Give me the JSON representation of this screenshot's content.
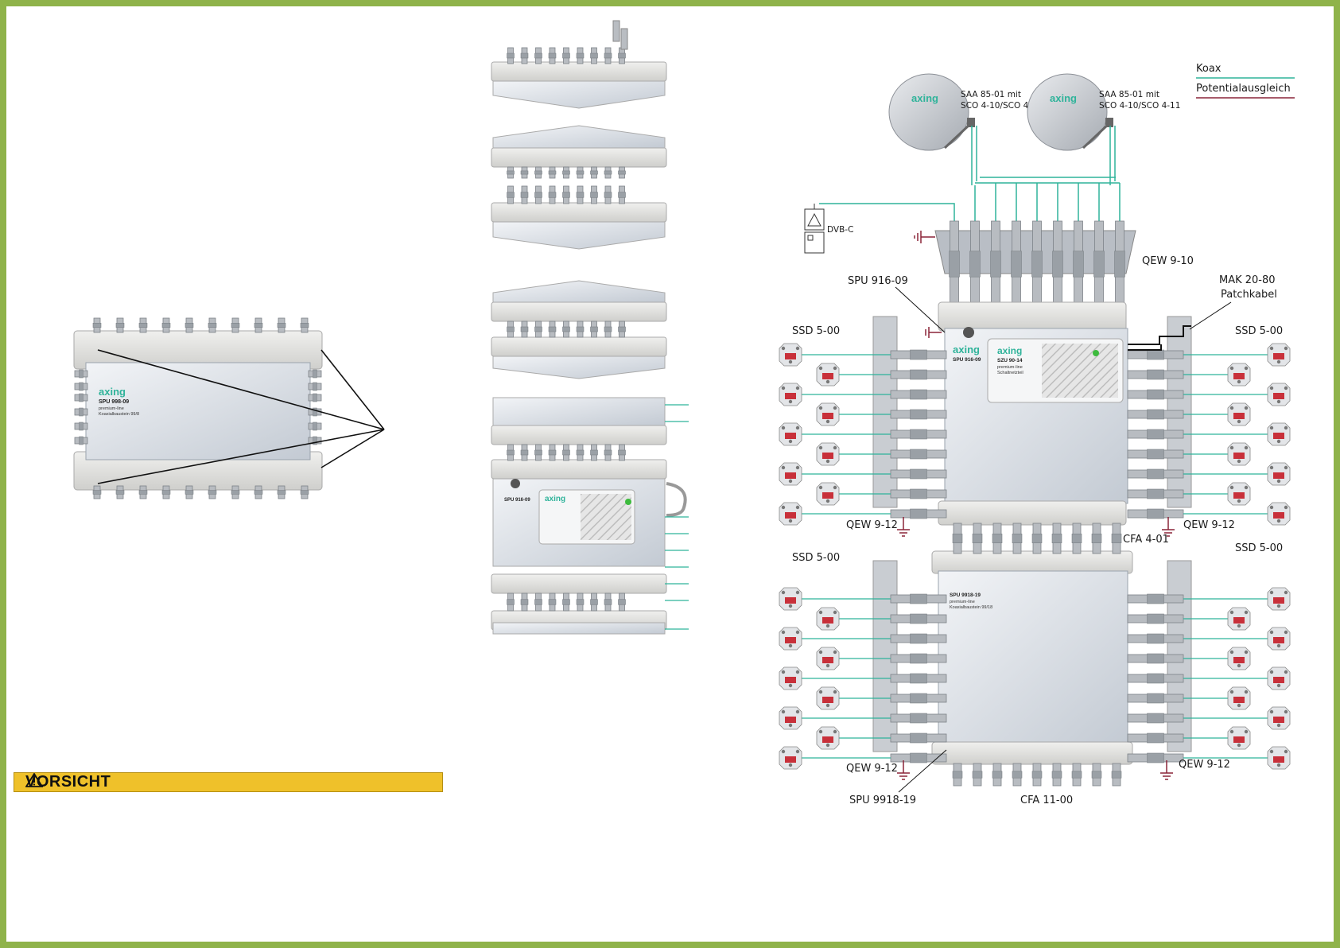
{
  "legend": {
    "koax_label": "Koax",
    "pa_label": "Potentialausgleich",
    "koax_color": "#2fb39a",
    "pa_color": "#8a2438"
  },
  "dishes": [
    {
      "brand": "axing",
      "label_line1": "SAA 85-01 mit",
      "label_line2": "SCO 4-10/SCO 4-11"
    },
    {
      "brand": "axing",
      "label_line1": "SAA 85-01 mit",
      "label_line2": "SCO 4-10/SCO 4-11"
    }
  ],
  "labels": {
    "dvbc": "DVB-C",
    "qew910": "QEW 9-10",
    "spu91609": "SPU 916-09",
    "mak": "MAK 20-80",
    "patch": "Patchkabel",
    "ssd": "SSD 5-00",
    "qew912": "QEW 9-12",
    "cfa401": "CFA 4-01",
    "spu991819": "SPU 9918-19",
    "cfa1100": "CFA 11-00"
  },
  "devices": {
    "left_brand": "axing",
    "left_model": "SPU 998-09",
    "left_line": "premium-line",
    "left_desc": "Koaxialbaustein 99/8",
    "top_brand": "axing",
    "top_model": "SPU 916-09",
    "psu_brand": "axing",
    "psu_model": "SZU 90-14",
    "psu_line": "premium-line",
    "psu_desc": "Schaltnetzteil",
    "bottom_model": "SPU 9918-19",
    "bottom_line": "premium-line",
    "bottom_desc": "Koaxialbaustein 99/18",
    "mid_brand": "axing",
    "mid_model": "SPU 916-09"
  },
  "warning": {
    "text": "VORSICHT"
  }
}
